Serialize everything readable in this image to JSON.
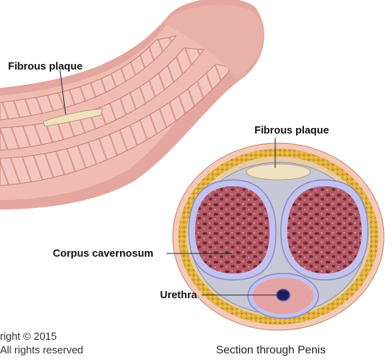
{
  "labels": {
    "fibrous_plaque_top": "Fibrous plaque",
    "fibrous_plaque_section": "Fibrous plaque",
    "corpus_cavernosum": "Corpus cavernosum",
    "urethra": "Urethra"
  },
  "caption": "Section through Penis",
  "copyright": {
    "line1": "right © 2015",
    "line2": "All rights reserved"
  },
  "colors": {
    "skin": "#e8b0a8",
    "tissue": "#b35a66",
    "sheath": "#a9a9d8",
    "fat_ring": "#e2b23a",
    "plaque": "#efe2c0"
  }
}
